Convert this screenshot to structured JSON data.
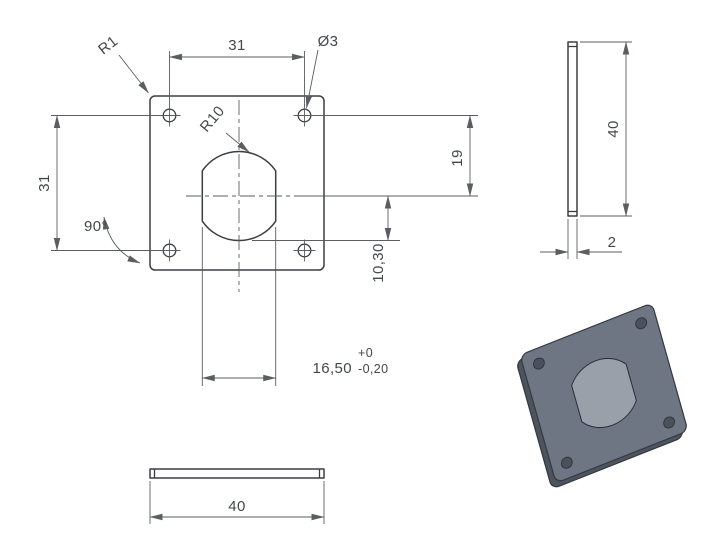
{
  "front_view": {
    "dim_top_width": "31",
    "dim_left_height": "31",
    "corner_radius_label": "R1",
    "hole_diameter_label": "Ø3",
    "center_radius_label": "R10",
    "angle_label": "90°",
    "dim_vertical_offset": "19",
    "dim_center_bottom": "10,30",
    "flats_dim": "16,50",
    "flats_tol_upper": "+0",
    "flats_tol_lower": "-0,20"
  },
  "side_view": {
    "dim_height": "40",
    "dim_thickness": "2"
  },
  "bottom_view": {
    "dim_width": "40"
  },
  "colors": {
    "object_line": "#3b3e42",
    "dim_line": "#5a5d61",
    "iso_face": "#6e7683",
    "iso_edge": "#4d545e",
    "iso_hole": "#4a515b",
    "iso_hole_inner": "#99a0aa"
  }
}
